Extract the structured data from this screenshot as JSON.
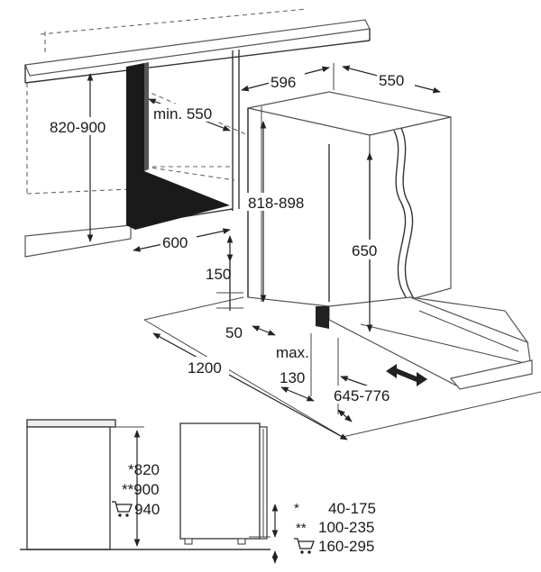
{
  "dimensions": {
    "cabinet_height": "820-900",
    "niche_depth_min": "min. 550",
    "niche_width": "600",
    "appliance_width": "596",
    "appliance_depth": "550",
    "appliance_height": "818-898",
    "plinth_height": "150",
    "plinth_gap": "50",
    "door_height": "650",
    "max_label": "max.",
    "max_value": "130",
    "open_door_depth": "1200",
    "panel_range": "645-776"
  },
  "side_view": {
    "h1": "*820",
    "h2": "**900",
    "h3": "940"
  },
  "legend": [
    {
      "mark": "*",
      "value": "40-175"
    },
    {
      "mark": "**",
      "value": "100-235"
    },
    {
      "mark": "cart",
      "value": "160-295"
    }
  ]
}
